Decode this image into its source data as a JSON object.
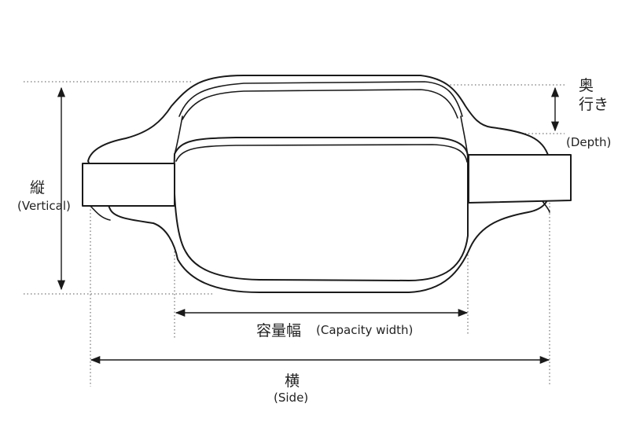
{
  "colors": {
    "line": "#1a1a1a",
    "guide": "#555555",
    "background": "#ffffff"
  },
  "dimensions": {
    "vertical": {
      "jp": "縦",
      "en": "(Vertical)"
    },
    "depth": {
      "jp_line1": "奥",
      "jp_line2": "行き",
      "en": "(Depth)"
    },
    "capacity_width": {
      "jp": "容量幅",
      "en": "(Capacity width)"
    },
    "side": {
      "jp": "横",
      "en": "(Side)"
    }
  }
}
